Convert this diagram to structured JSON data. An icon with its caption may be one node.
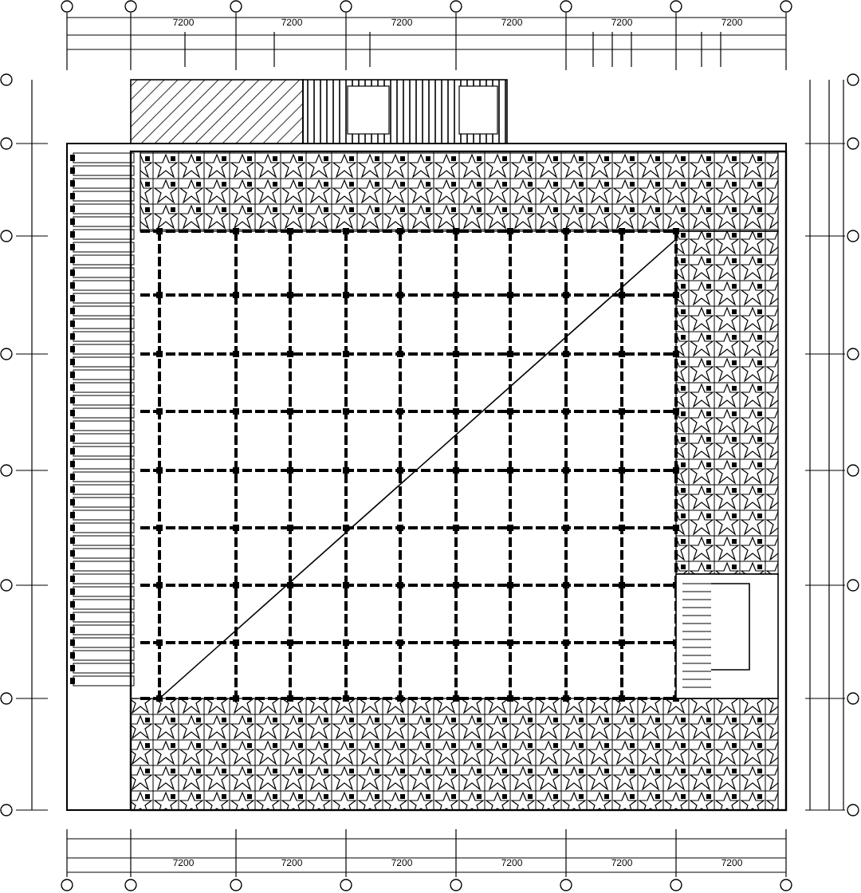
{
  "diagram": {
    "labels": [
      "7200",
      "7200",
      "7200",
      "7200",
      "7200",
      "7200",
      "7200",
      "7200",
      "7200",
      "7200",
      "7200",
      "7200"
    ]
  }
}
